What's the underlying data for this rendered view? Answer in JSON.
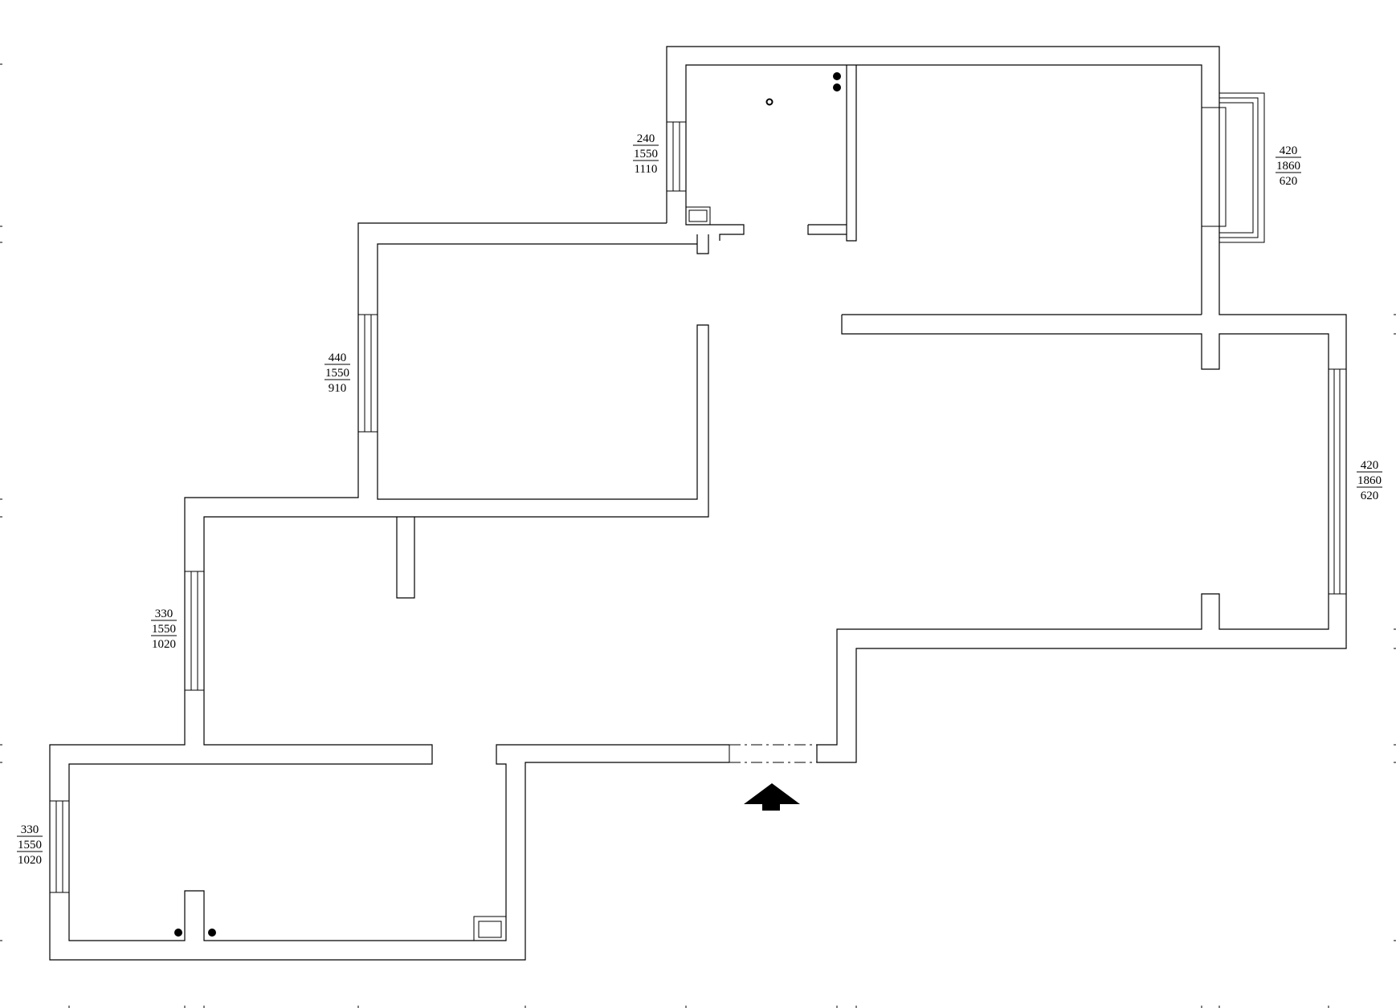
{
  "windows": [
    {
      "id": "north-small",
      "sill": "240",
      "height": "1550",
      "width": "1110"
    },
    {
      "id": "north-bay",
      "sill": "420",
      "height": "1860",
      "width": "620"
    },
    {
      "id": "west-upper",
      "sill": "440",
      "height": "1550",
      "width": "910"
    },
    {
      "id": "east-long",
      "sill": "420",
      "height": "1860",
      "width": "620"
    },
    {
      "id": "west-middle",
      "sill": "330",
      "height": "1550",
      "width": "1020"
    },
    {
      "id": "west-lower",
      "sill": "330",
      "height": "1550",
      "width": "1020"
    }
  ],
  "icons": {
    "entrance": "entrance-arrow-icon",
    "drain": "floor-drain-icon",
    "pipe": "pipe-icon",
    "shaft": "shaft-icon"
  },
  "colors": {
    "line": "#000000",
    "background": "#ffffff"
  }
}
